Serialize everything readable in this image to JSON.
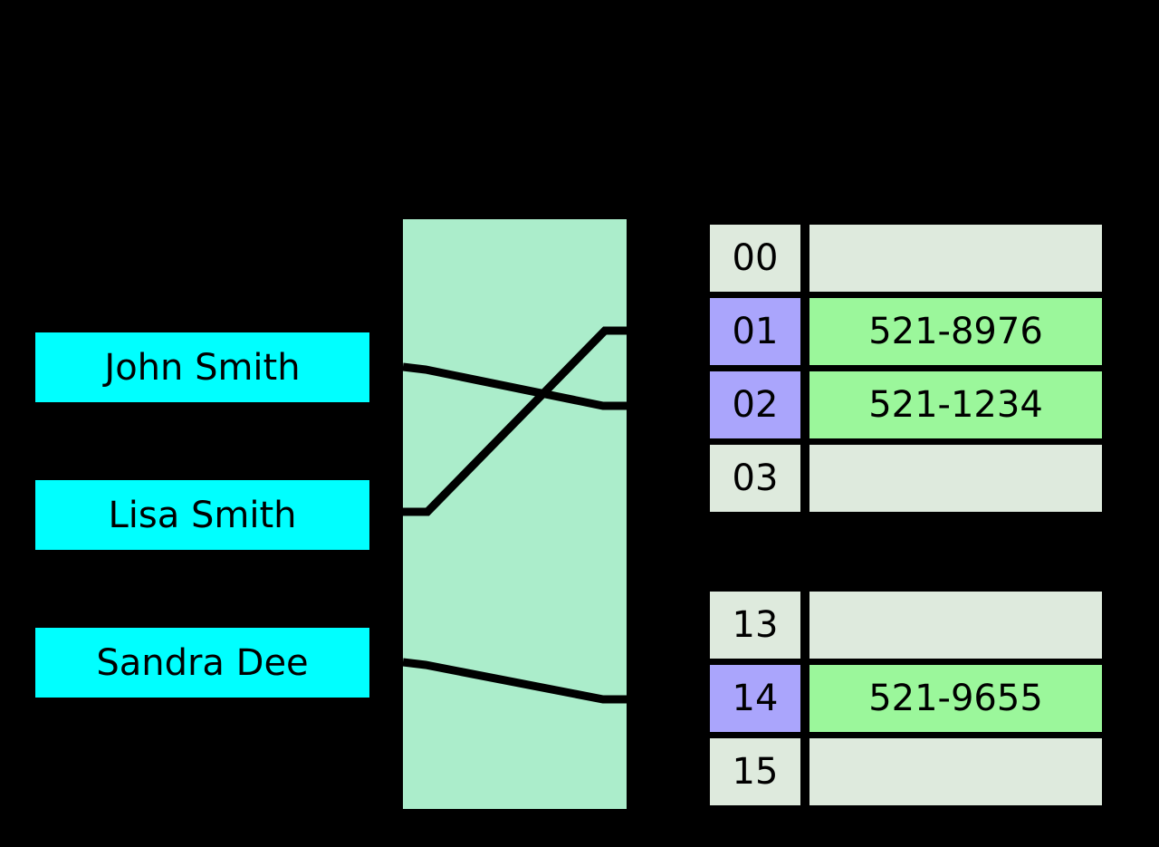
{
  "diagram": {
    "title": "hash-table-diagram",
    "background_color": "#000000"
  },
  "keys": {
    "box_color": "#00FFFF",
    "items": [
      {
        "label": "John Smith"
      },
      {
        "label": "Lisa Smith"
      },
      {
        "label": "Sandra Dee"
      }
    ]
  },
  "hash_function": {
    "label": "",
    "box_color": "#ABEDCB",
    "mappings": [
      {
        "from_key": "John Smith",
        "to_index": "02"
      },
      {
        "from_key": "Lisa Smith",
        "to_index": "01"
      },
      {
        "from_key": "Sandra Dee",
        "to_index": "14"
      }
    ]
  },
  "buckets": {
    "index_empty_color": "#DEEADD",
    "index_filled_color": "#AAA5FC",
    "value_empty_color": "#DEEADD",
    "value_filled_color": "#9BF79B",
    "groups": [
      {
        "name": "top",
        "rows": [
          {
            "index": "00",
            "value": "",
            "filled": false
          },
          {
            "index": "01",
            "value": "521-8976",
            "filled": true
          },
          {
            "index": "02",
            "value": "521-1234",
            "filled": true
          },
          {
            "index": "03",
            "value": "",
            "filled": false
          }
        ]
      },
      {
        "name": "bottom",
        "rows": [
          {
            "index": "13",
            "value": "",
            "filled": false
          },
          {
            "index": "14",
            "value": "521-9655",
            "filled": true
          },
          {
            "index": "15",
            "value": "",
            "filled": false
          }
        ]
      }
    ]
  }
}
